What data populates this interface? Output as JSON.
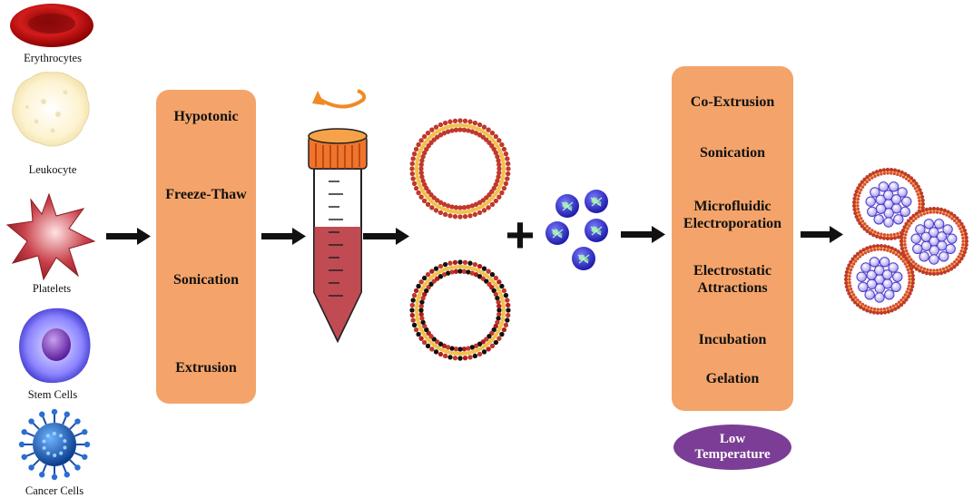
{
  "cell_sources": [
    {
      "label": "Erythrocytes",
      "icon": "erythrocyte-icon"
    },
    {
      "label": "Leukocyte",
      "icon": "leukocyte-icon"
    },
    {
      "label": "Platelets",
      "icon": "platelet-icon"
    },
    {
      "label": "Stem Cells",
      "icon": "stem-cell-icon"
    },
    {
      "label": "Cancer Cells",
      "icon": "cancer-cell-icon"
    }
  ],
  "membrane_isolation": {
    "methods": [
      "Hypotonic",
      "Freeze-Thaw",
      "Sonication",
      "Extrusion"
    ]
  },
  "fusion_methods": {
    "methods": [
      "Co-Extrusion",
      "Sonication",
      "Microfluidic\nElectroporation",
      "Electrostatic\nAttractions",
      "Incubation",
      "Gelation"
    ]
  },
  "condition": {
    "label": "Low\nTemperature"
  },
  "symbols": {
    "plus": "+"
  },
  "colors": {
    "box": "#f4a46a",
    "condition": "#7c3d96",
    "membrane_red": "#c0392b",
    "membrane_yellow": "#f2c14e",
    "liquid": "#c14b53",
    "core": "#3d3bd8"
  }
}
